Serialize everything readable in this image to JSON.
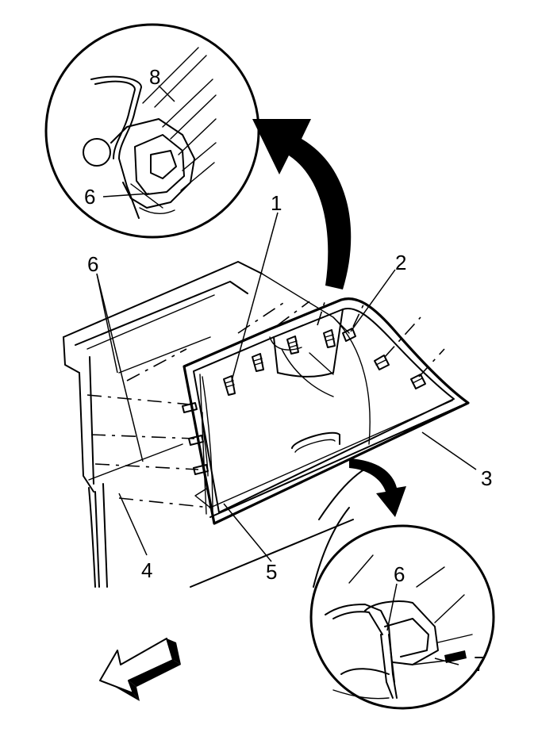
{
  "callouts": {
    "c1": "1",
    "c2": "2",
    "c3": "3",
    "c4": "4",
    "c5": "5",
    "c6_left": "6",
    "c6_top_detail": "6",
    "c6_bottom_detail": "6",
    "c7": "7",
    "c8": "8"
  },
  "colors": {
    "line": "#000000",
    "background": "#ffffff"
  },
  "icons": {
    "forward": "front-direction-arrow-icon"
  }
}
